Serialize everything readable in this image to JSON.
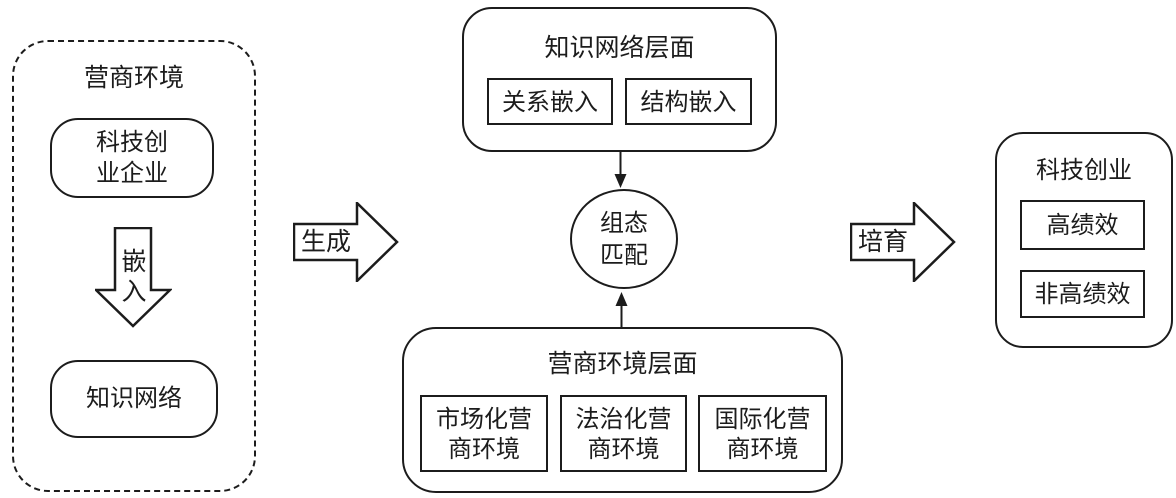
{
  "figure": {
    "background": "#ffffff",
    "line_color": "#1c1c1c"
  },
  "left_group": {
    "title": "营商环境",
    "startup_node_label": "科技创\n业企业",
    "embed_arrow_label": "嵌\n入",
    "knowledge_node_label": "知识网络"
  },
  "generate_arrow": {
    "label": "生成"
  },
  "knowledge_layer": {
    "title": "知识网络层面",
    "items": [
      {
        "label": "关系嵌入"
      },
      {
        "label": "结构嵌入"
      }
    ]
  },
  "match_node": {
    "label": "组态\n匹配"
  },
  "business_layer": {
    "title": "营商环境层面",
    "items": [
      {
        "label": "市场化营\n商环境"
      },
      {
        "label": "法治化营\n商环境"
      },
      {
        "label": "国际化营\n商环境"
      }
    ]
  },
  "cultivate_arrow": {
    "label": "培育"
  },
  "outcome_group": {
    "title": "科技创业",
    "items": [
      {
        "label": "高绩效"
      },
      {
        "label": "非高绩效"
      }
    ]
  }
}
